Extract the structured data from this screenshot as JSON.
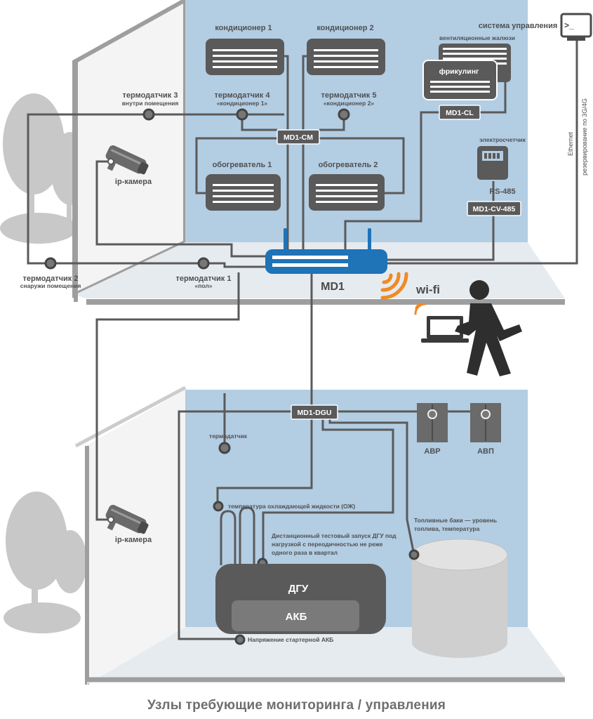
{
  "colors": {
    "room": "#b3cde3",
    "wall": "#d8d8d8",
    "wall_edge": "#9e9e9e",
    "floor": "#e6ebef",
    "device_dark": "#5a5a5a",
    "wire": "#5a5a5a",
    "router_blue": "#1f73b7",
    "wifi_orange": "#f08a24",
    "tree": "#c8c8c8"
  },
  "upper_floor": {
    "ac1": "кондиционер 1",
    "ac2": "кондиционер 2",
    "vent": "вентиляционные жалюзи",
    "freecooling": "фрикулинг",
    "thermo3_name": "термодатчик 3",
    "thermo3_sub": "внутри помещения",
    "thermo4_name": "термодатчик 4",
    "thermo4_sub": "«кондиционер 1»",
    "thermo5_name": "термодатчик 5",
    "thermo5_sub": "«кондиционер 2»",
    "md1_cl": "MD1-CL",
    "md1_cm": "MD1-CM",
    "heater1": "обогреватель 1",
    "heater2": "обогреватель 2",
    "meter": "электросчетчик",
    "rs485": "RS-485",
    "md1_cv": "MD1-CV-485",
    "ipcam": "ip-камера",
    "thermo2_name": "термодатчик 2",
    "thermo2_sub": "снаружи помещения",
    "thermo1_name": "термодатчик 1",
    "thermo1_sub": "«пол»",
    "router": "MD1",
    "wifi": "wi-fi",
    "control_system": "система управления",
    "terminal_glyph": ">_",
    "ethernet": "Ethernet",
    "reserve": "резервирование по 3G/4G"
  },
  "lower_floor": {
    "md1_dgu": "MD1-DGU",
    "thermo": "термодатчик",
    "avr": "АВР",
    "avp": "АВП",
    "ipcam": "ip-камера",
    "coolant": "температура охлаждающей жидкости (ОЖ)",
    "test_line1": "Дистанционный тестовый запуск ДГУ под",
    "test_line2": "нагрузкой с переодичностью не реже",
    "test_line3": "одного раза в квартал",
    "tanks_line1": "Топливные баки — уровень",
    "tanks_line2": "топлива, температура",
    "dgu": "ДГУ",
    "akb": "АКБ",
    "battery_voltage": "Напряжение стартерной АКБ"
  },
  "caption": "Узлы требующие мониторинга / управления"
}
